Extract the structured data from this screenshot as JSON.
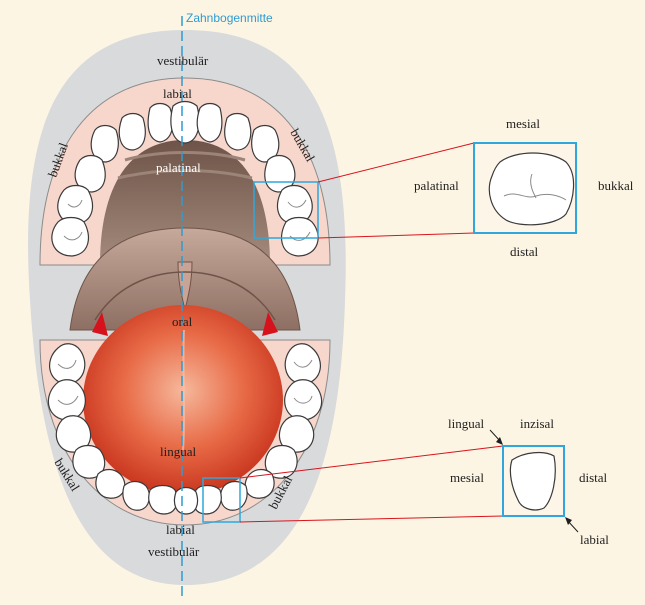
{
  "midline": {
    "label": "Zahnbogenmitte"
  },
  "mouth_labels": {
    "vestibular_top": "vestibulär",
    "labial_top": "labial",
    "bukkal_left_upper": "bukkal",
    "bukkal_right_upper": "bukkal",
    "palatinal": "palatinal",
    "oral": "oral",
    "lingual": "lingual",
    "bukkal_left_lower": "bukkal",
    "bukkal_right_lower": "bukkal",
    "labial_bottom": "labial",
    "vestibular_bottom": "vestibulär"
  },
  "molar_detail": {
    "top": "mesial",
    "left": "palatinal",
    "right": "bukkal",
    "bottom": "distal"
  },
  "incisor_detail": {
    "top_left": "lingual",
    "top_right": "inzisal",
    "left": "mesial",
    "right": "distal",
    "bottom_right": "labial"
  },
  "colors": {
    "background": "#fdf5e4",
    "skin_outline": "#d9dadc",
    "gums": "#f7d6cc",
    "palate": "#8a6f63",
    "highlight_box": "#2fa7dc",
    "connector": "#d9141c"
  }
}
